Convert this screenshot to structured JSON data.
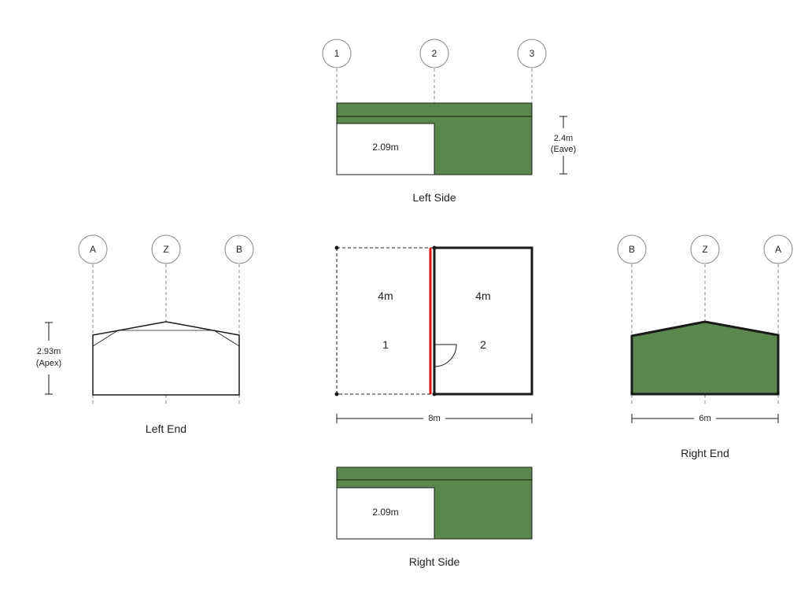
{
  "colors": {
    "cladding": "#5a884c",
    "line": "#1a1a1a",
    "grid": "#888888",
    "partition": "#e01010"
  },
  "left_side": {
    "title": "Left Side",
    "grid": [
      "1",
      "2",
      "3"
    ],
    "door_width": "2.09m",
    "eave_height": "2.4m",
    "eave_note": "(Eave)"
  },
  "right_side": {
    "title": "Right Side",
    "door_width": "2.09m"
  },
  "left_end": {
    "title": "Left End",
    "grid": [
      "A",
      "Z",
      "B"
    ],
    "apex_height": "2.93m",
    "apex_note": "(Apex)"
  },
  "right_end": {
    "title": "Right End",
    "grid": [
      "B",
      "Z",
      "A"
    ],
    "width": "6m"
  },
  "plan": {
    "length": "8m",
    "bays": [
      {
        "width": "4m",
        "number": "1"
      },
      {
        "width": "4m",
        "number": "2"
      }
    ]
  }
}
